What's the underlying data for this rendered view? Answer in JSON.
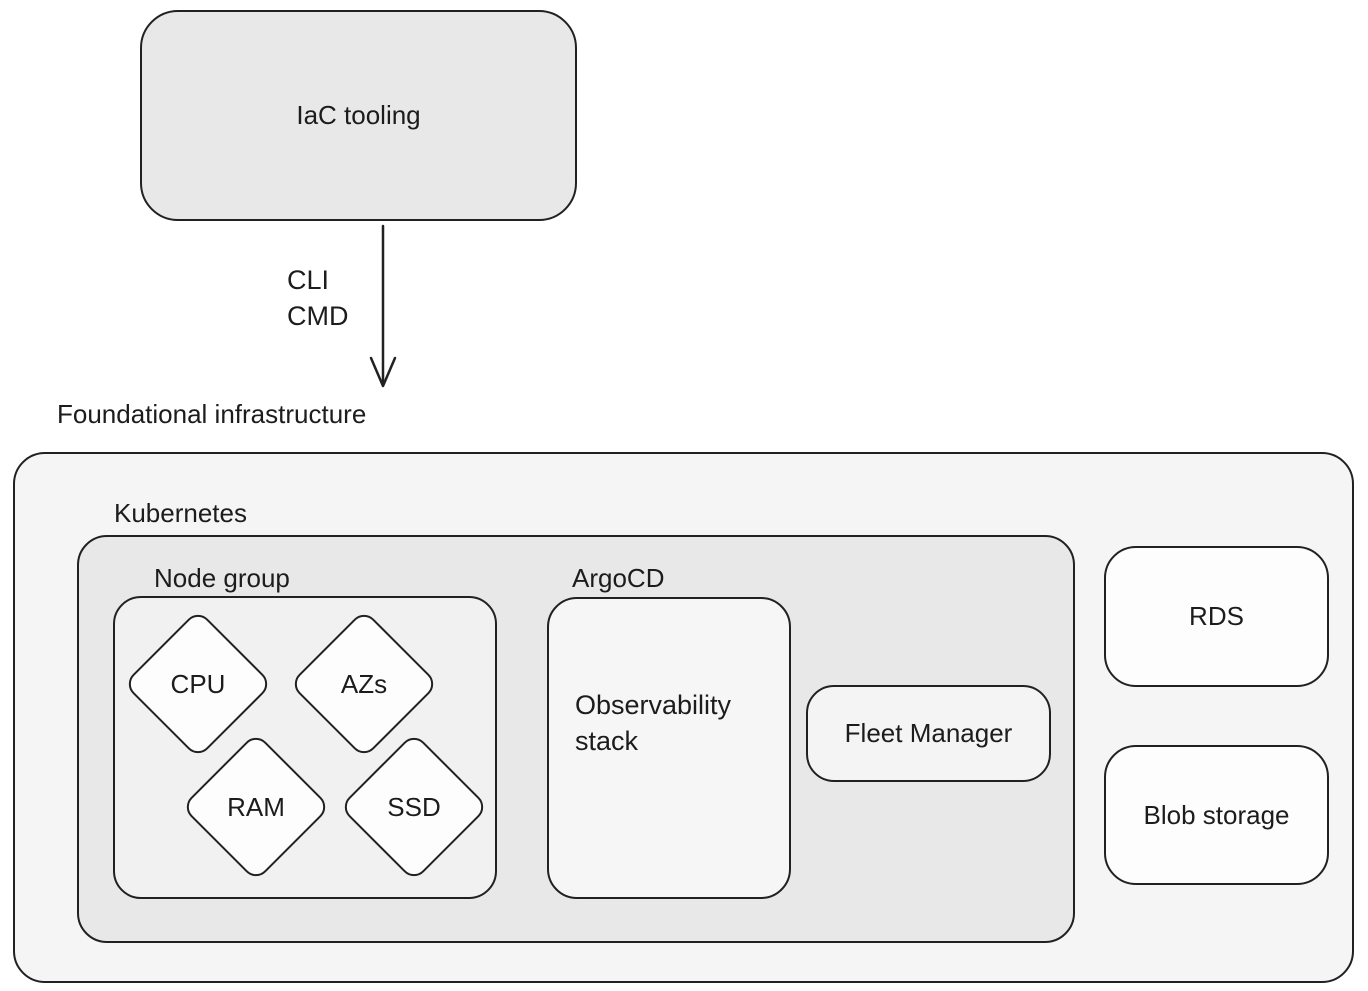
{
  "diagram": {
    "iac": {
      "label": "IaC tooling"
    },
    "arrow": {
      "line1": "CLI",
      "line2": "CMD"
    },
    "foundational": {
      "label": "Foundational infrastructure"
    },
    "kubernetes": {
      "label": "Kubernetes"
    },
    "node_group": {
      "label": "Node group",
      "diamonds": [
        {
          "label": "CPU"
        },
        {
          "label": "AZs"
        },
        {
          "label": "RAM"
        },
        {
          "label": "SSD"
        }
      ]
    },
    "argocd": {
      "label": "ArgoCD",
      "observability_label": "Observability stack"
    },
    "fleet": {
      "label": "Fleet Manager"
    },
    "rds": {
      "label": "RDS"
    },
    "blob": {
      "label": "Blob storage"
    },
    "colors": {
      "border": "#212121",
      "text": "#1c1c1c",
      "iac_fill": "#e8e8e8",
      "outer_fill": "#f5f5f5",
      "kubernetes_fill": "#e8e8e8",
      "node_group_fill": "#f1f1f1",
      "argocd_fill": "#f6f6f6",
      "fleet_fill": "#f4f4f4",
      "card_fill": "#fdfdfd"
    }
  }
}
